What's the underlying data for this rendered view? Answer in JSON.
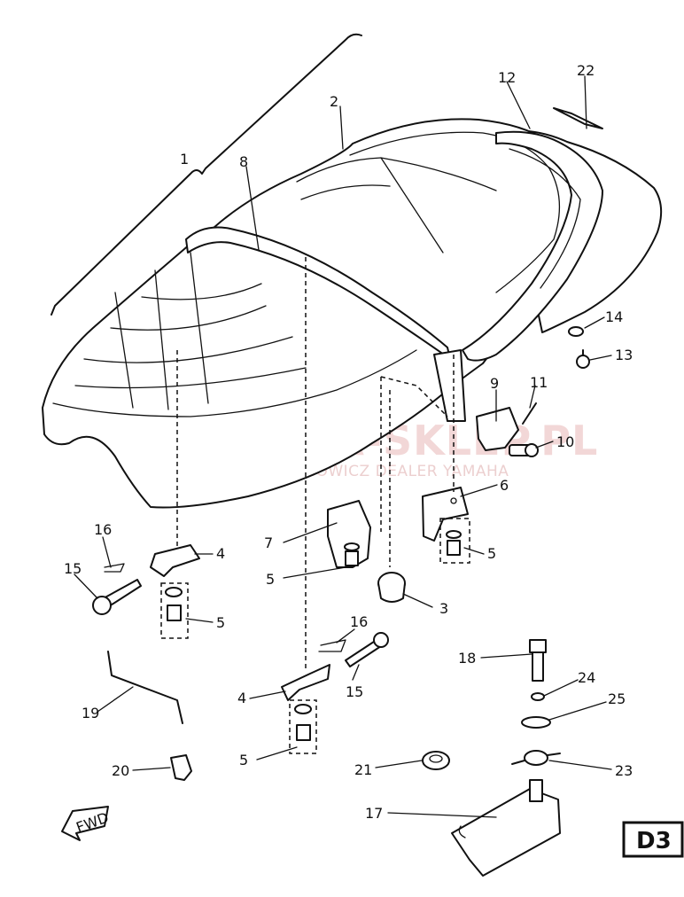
{
  "watermark": {
    "title": "YAMA-SKLEP.PL",
    "subtitle": "WOJCIECHOWICZ DEALER YAMAHA"
  },
  "page_code": "D3",
  "fwd_label": "FWD",
  "callouts": [
    {
      "id": "c1",
      "text": "1"
    },
    {
      "id": "c2",
      "text": "2"
    },
    {
      "id": "c3",
      "text": "3"
    },
    {
      "id": "c4a",
      "text": "4"
    },
    {
      "id": "c4b",
      "text": "4"
    },
    {
      "id": "c5a",
      "text": "5"
    },
    {
      "id": "c5b",
      "text": "5"
    },
    {
      "id": "c5c",
      "text": "5"
    },
    {
      "id": "c5d",
      "text": "5"
    },
    {
      "id": "c6",
      "text": "6"
    },
    {
      "id": "c7",
      "text": "7"
    },
    {
      "id": "c8",
      "text": "8"
    },
    {
      "id": "c9",
      "text": "9"
    },
    {
      "id": "c10",
      "text": "10"
    },
    {
      "id": "c11",
      "text": "11"
    },
    {
      "id": "c12",
      "text": "12"
    },
    {
      "id": "c13",
      "text": "13"
    },
    {
      "id": "c14",
      "text": "14"
    },
    {
      "id": "c15a",
      "text": "15"
    },
    {
      "id": "c15b",
      "text": "15"
    },
    {
      "id": "c16a",
      "text": "16"
    },
    {
      "id": "c16b",
      "text": "16"
    },
    {
      "id": "c17",
      "text": "17"
    },
    {
      "id": "c18",
      "text": "18"
    },
    {
      "id": "c19",
      "text": "19"
    },
    {
      "id": "c20",
      "text": "20"
    },
    {
      "id": "c21",
      "text": "21"
    },
    {
      "id": "c22",
      "text": "22"
    },
    {
      "id": "c23",
      "text": "23"
    },
    {
      "id": "c24",
      "text": "24"
    },
    {
      "id": "c25",
      "text": "25"
    }
  ]
}
